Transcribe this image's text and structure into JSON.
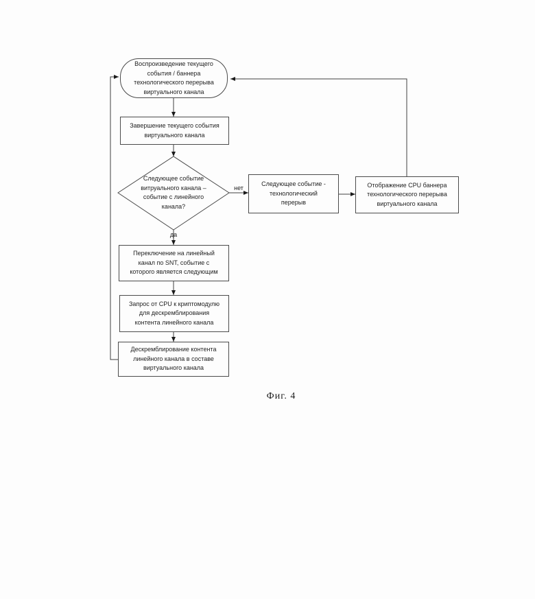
{
  "page": {
    "caption": "Фиг. 4",
    "background": "#fdfdfd"
  },
  "flowchart": {
    "colors": {
      "line": "#3f3f3f",
      "border": "#4a4a4a",
      "text": "#1f1f1f",
      "arrow": "#1a1a1a"
    },
    "nodes": {
      "start": {
        "shape": "terminator",
        "lines": [
          "Воспроизведение текущего",
          "события / баннера",
          "технологического перерыва",
          "виртуального канала"
        ]
      },
      "finish_event": {
        "shape": "process",
        "lines": [
          "Завершение текущего события",
          "виртуального канала"
        ]
      },
      "decision": {
        "shape": "decision",
        "lines": [
          "Следующее событие",
          "витруального канала –",
          "событие с линейного",
          "канала?"
        ]
      },
      "next_event_break": {
        "shape": "process",
        "lines": [
          "Следующее событие -",
          "технологический",
          "перерыв"
        ]
      },
      "display_banner": {
        "shape": "process",
        "lines": [
          "Отображение CPU баннера",
          "технологического перерыва",
          "виртуального канала"
        ]
      },
      "switch_channel": {
        "shape": "process",
        "lines": [
          "Переключение на линейный",
          "канал по SNT, событие с",
          "которого является следующим"
        ]
      },
      "cpu_request": {
        "shape": "process",
        "lines": [
          "Запрос от CPU к криптомодулю",
          "для дескремблирования",
          "контента линейного канала"
        ]
      },
      "descramble": {
        "shape": "process",
        "lines": [
          "Дескремблирование контента",
          "линейного канала в составе",
          "виртуального канала"
        ]
      }
    },
    "edge_labels": {
      "yes": "да",
      "no": "нет"
    }
  }
}
